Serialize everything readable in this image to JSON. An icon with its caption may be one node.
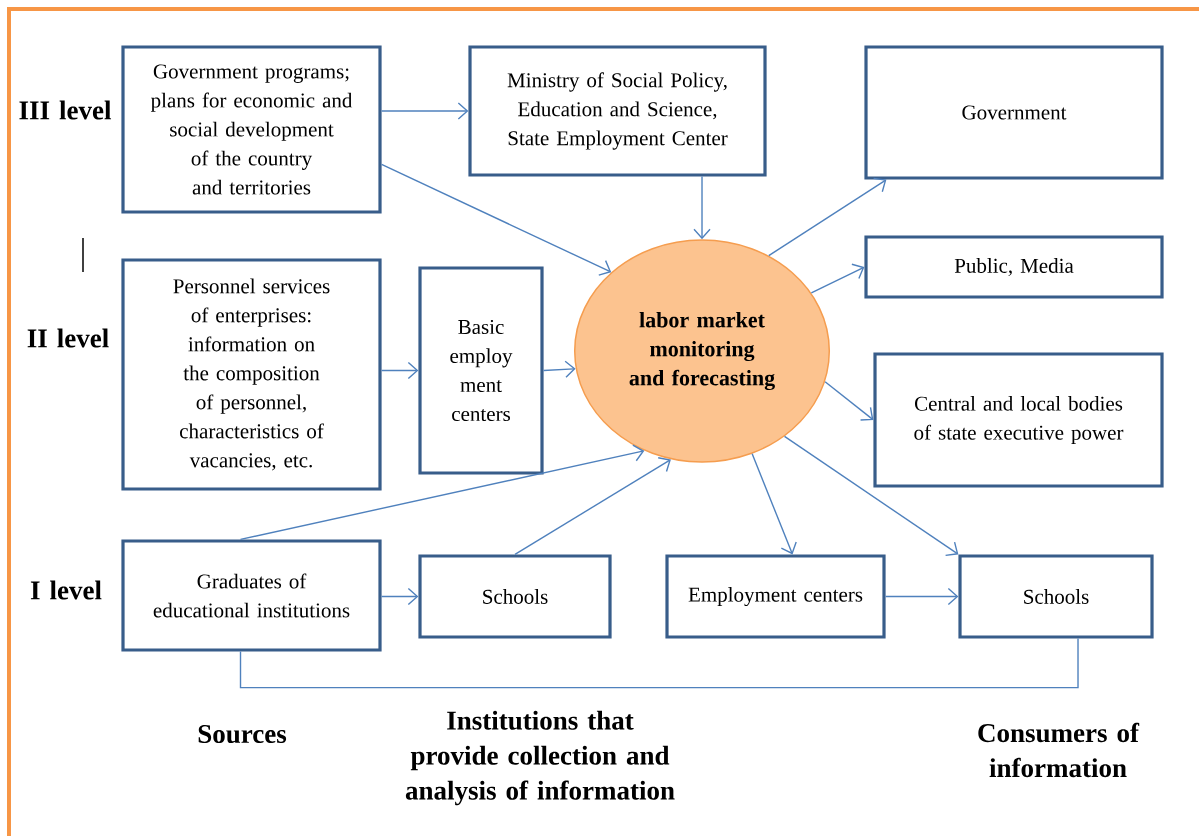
{
  "diagram": {
    "nodes": [
      {
        "text": [
          "Government programs; plans for economic and social development of the country and territories"
        ]
      },
      {
        "text": [
          "Ministry of Social Policy, Education and Science, State Employment Center"
        ]
      },
      {
        "text": [
          "Government"
        ]
      },
      {
        "text": [
          "Personnel services of enterprises: information on the composition of personnel, characteristics of vacancies, etc."
        ]
      },
      {
        "text": [
          "Basic employ ment centers"
        ]
      },
      {
        "text": [
          "labor market monitoring and forecasting"
        ]
      },
      {
        "text": [
          "Public, Media"
        ]
      },
      {
        "text": [
          "Central and local bodies of state executive power"
        ]
      },
      {
        "text": [
          "Graduates of educational institutions"
        ]
      },
      {
        "text": [
          "Schools"
        ]
      },
      {
        "text": [
          "Employment centers"
        ]
      },
      {
        "text": [
          "Schools"
        ]
      }
    ],
    "edges": [
      {
        "from": 0,
        "to": 1,
        "arrow": "to"
      },
      {
        "from": 0,
        "to": 5,
        "arrow": "to"
      },
      {
        "from": 1,
        "to": 5,
        "arrow": "to"
      },
      {
        "from": 5,
        "to": 2,
        "arrow": "to"
      },
      {
        "from": 5,
        "to": 6,
        "arrow": "to"
      },
      {
        "from": 5,
        "to": 7,
        "arrow": "to"
      },
      {
        "from": 3,
        "to": 4,
        "arrow": "to"
      },
      {
        "from": 4,
        "to": 5,
        "arrow": "to"
      },
      {
        "from": 8,
        "to": 5,
        "arrow": "to"
      },
      {
        "from": 9,
        "to": 5,
        "arrow": "to"
      },
      {
        "from": 8,
        "to": 9,
        "arrow": "to"
      },
      {
        "from": 5,
        "to": 10,
        "arrow": "to"
      },
      {
        "from": 5,
        "to": 11,
        "arrow": "to"
      },
      {
        "from": 10,
        "to": 11,
        "arrow": "to"
      },
      {
        "from": 8,
        "to": 11,
        "arrow": "none"
      }
    ],
    "labels": [
      "III level",
      "II level",
      "I level",
      "Sources",
      "Institutions that provide collection and analysis of information",
      "Consumers of information"
    ]
  }
}
